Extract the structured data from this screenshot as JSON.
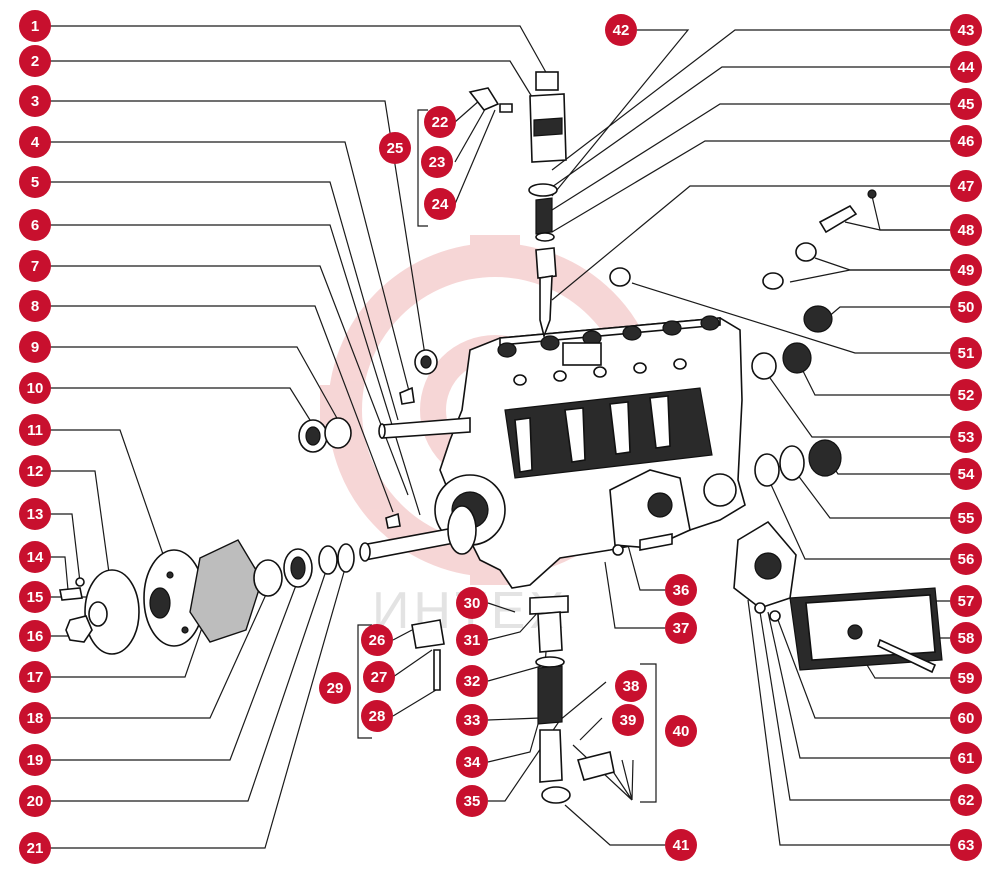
{
  "title": "",
  "watermark": {
    "text": "ИНТЕХ",
    "color": "#e3e3e3",
    "logo_color": "#f4c9c9"
  },
  "badge_color": "#c8102e",
  "callouts": [
    {
      "n": "1"
    },
    {
      "n": "2"
    },
    {
      "n": "3"
    },
    {
      "n": "4"
    },
    {
      "n": "5"
    },
    {
      "n": "6"
    },
    {
      "n": "7"
    },
    {
      "n": "8"
    },
    {
      "n": "9"
    },
    {
      "n": "10"
    },
    {
      "n": "11"
    },
    {
      "n": "12"
    },
    {
      "n": "13"
    },
    {
      "n": "14"
    },
    {
      "n": "15"
    },
    {
      "n": "16"
    },
    {
      "n": "17"
    },
    {
      "n": "18"
    },
    {
      "n": "19"
    },
    {
      "n": "20"
    },
    {
      "n": "21"
    },
    {
      "n": "22"
    },
    {
      "n": "23"
    },
    {
      "n": "24"
    },
    {
      "n": "25"
    },
    {
      "n": "26"
    },
    {
      "n": "27"
    },
    {
      "n": "28"
    },
    {
      "n": "29"
    },
    {
      "n": "30"
    },
    {
      "n": "31"
    },
    {
      "n": "32"
    },
    {
      "n": "33"
    },
    {
      "n": "34"
    },
    {
      "n": "35"
    },
    {
      "n": "36"
    },
    {
      "n": "37"
    },
    {
      "n": "38"
    },
    {
      "n": "39"
    },
    {
      "n": "40"
    },
    {
      "n": "41"
    },
    {
      "n": "42"
    },
    {
      "n": "43"
    },
    {
      "n": "44"
    },
    {
      "n": "45"
    },
    {
      "n": "46"
    },
    {
      "n": "47"
    },
    {
      "n": "48"
    },
    {
      "n": "49"
    },
    {
      "n": "50"
    },
    {
      "n": "51"
    },
    {
      "n": "52"
    },
    {
      "n": "53"
    },
    {
      "n": "54"
    },
    {
      "n": "55"
    },
    {
      "n": "56"
    },
    {
      "n": "57"
    },
    {
      "n": "58"
    },
    {
      "n": "59"
    },
    {
      "n": "60"
    },
    {
      "n": "61"
    },
    {
      "n": "62"
    },
    {
      "n": "63"
    }
  ]
}
